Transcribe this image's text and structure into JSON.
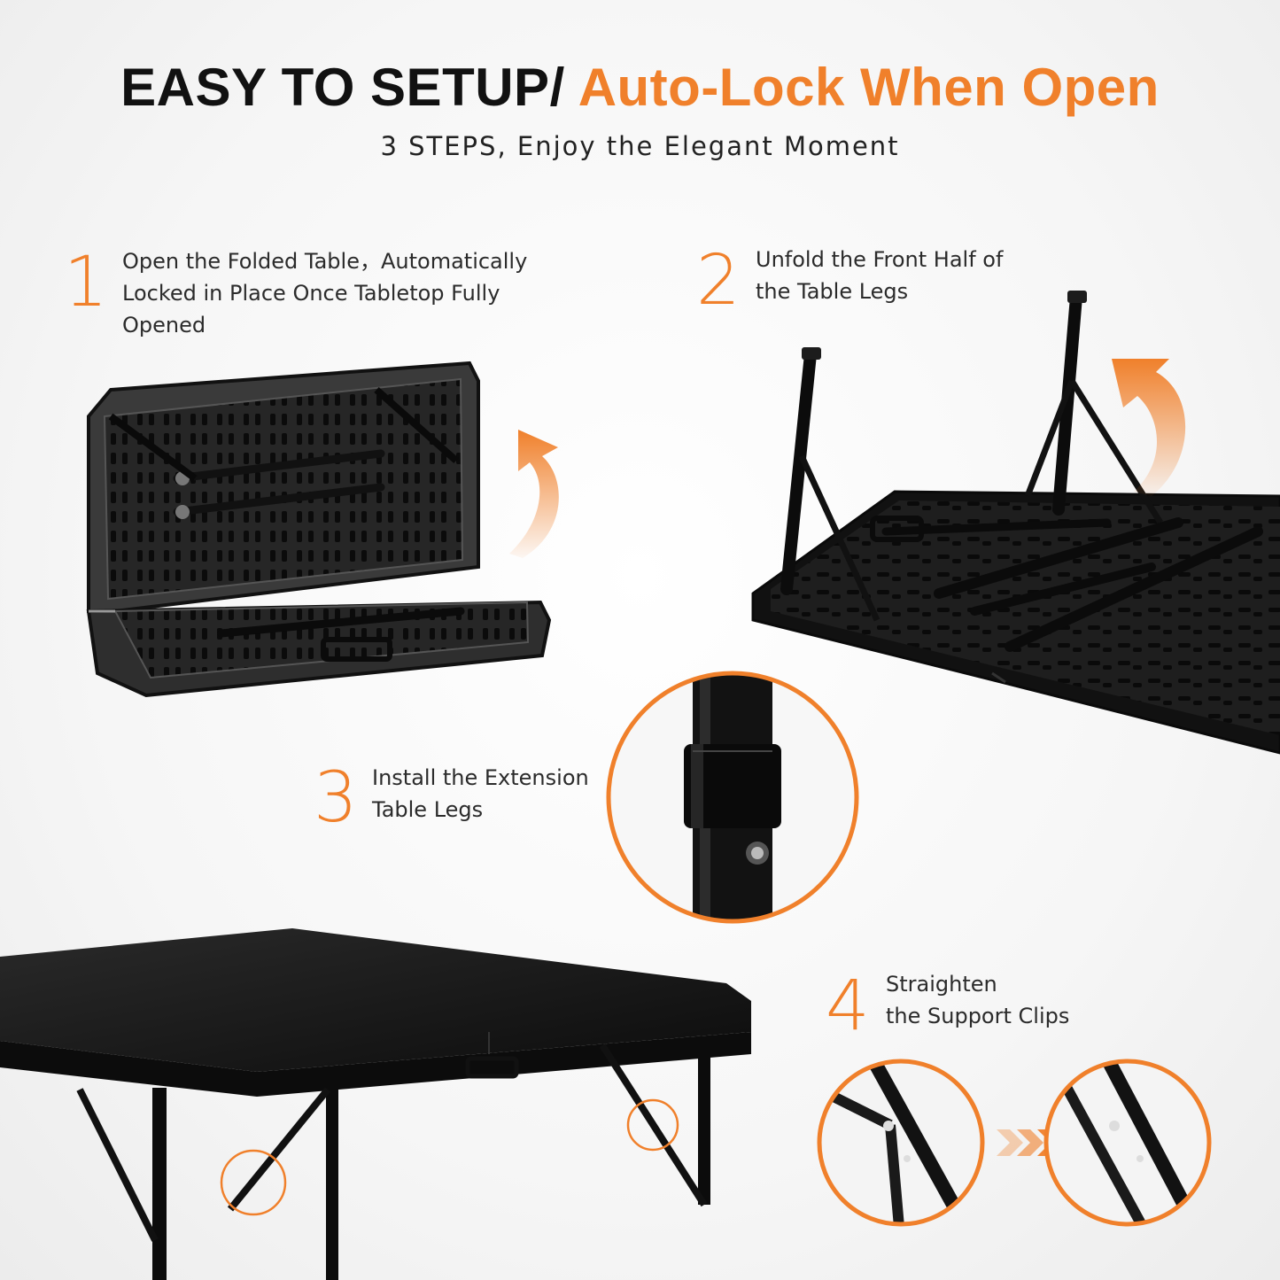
{
  "header": {
    "title_dark": "EASY TO SETUP/",
    "title_accent": "Auto-Lock When Open",
    "subtitle": "3 STEPS, Enjoy the Elegant Moment"
  },
  "steps": [
    {
      "number": "1",
      "lines": [
        "Open the Folded Table，Automatically",
        "Locked in Place Once Tabletop Fully",
        "Opened"
      ]
    },
    {
      "number": "2",
      "lines": [
        "Unfold the Front Half of",
        "the Table Legs"
      ]
    },
    {
      "number": "3",
      "lines": [
        "Install the Extension",
        "Table Legs"
      ]
    },
    {
      "number": "4",
      "lines": [
        "Straighten",
        "the Support Clips"
      ]
    }
  ],
  "colors": {
    "accent": "#f0802b",
    "product": "#141414",
    "text": "#2b2b2b"
  },
  "icons": [
    "curved-arrow-icon",
    "triple-chevron-right-icon"
  ]
}
